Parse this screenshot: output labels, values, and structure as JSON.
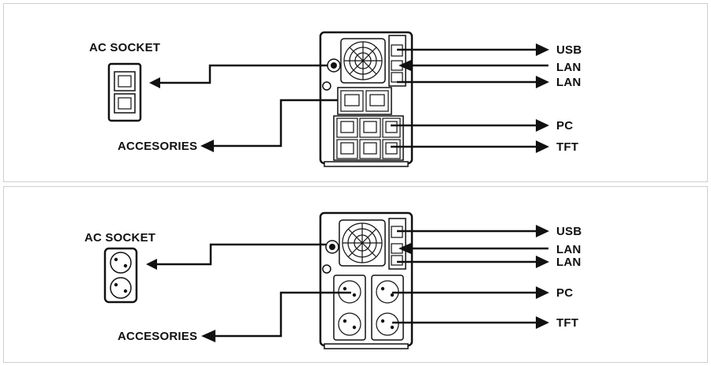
{
  "panels": [
    {
      "id": "us-type",
      "labels": {
        "ac_socket": "AC SOCKET",
        "accessories": "ACCESORIES",
        "usb": "USB",
        "lan_in": "LAN",
        "lan_out": "LAN",
        "pc": "PC",
        "tft": "TFT"
      }
    },
    {
      "id": "schuko-type",
      "labels": {
        "ac_socket": "AC SOCKET",
        "accessories": "ACCESORIES",
        "usb": "USB",
        "lan_in": "LAN",
        "lan_out": "LAN",
        "pc": "PC",
        "tft": "TFT"
      }
    }
  ],
  "colors": {
    "line": "#111111",
    "panel_border": "#cfcfcf",
    "background": "#ffffff"
  }
}
